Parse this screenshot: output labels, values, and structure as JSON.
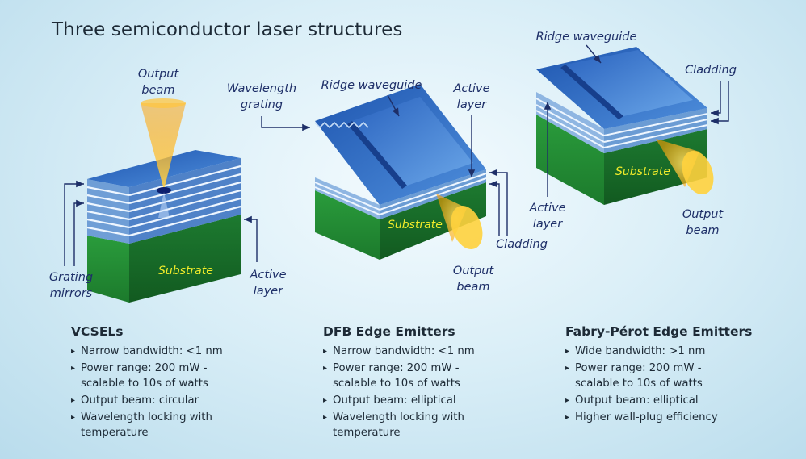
{
  "title": "Three semiconductor laser structures",
  "colors": {
    "label": "#1e2f68",
    "top_face": "#2f6fc6",
    "substrate": "#2e9a3e",
    "substrate_text": "#f2ec2a",
    "beam": "#ffb800",
    "heading": "#1d2a36"
  },
  "diagrams": {
    "vcsel": {
      "output_beam": [
        "Output",
        "beam"
      ],
      "grating_mirrors": [
        "Grating",
        "mirrors"
      ],
      "active_layer": [
        "Active",
        "layer"
      ],
      "substrate": "Substrate"
    },
    "dfb": {
      "wavelength_grating": [
        "Wavelength",
        "grating"
      ],
      "ridge_waveguide": "Ridge waveguide",
      "active_layer": [
        "Active",
        "layer"
      ],
      "substrate": "Substrate",
      "cladding": "Cladding",
      "output_beam": [
        "Output",
        "beam"
      ]
    },
    "fp": {
      "ridge_waveguide": "Ridge waveguide",
      "cladding": "Cladding",
      "substrate": "Substrate",
      "active_layer": [
        "Active",
        "layer"
      ],
      "output_beam": [
        "Output",
        "beam"
      ]
    }
  },
  "columns": [
    {
      "heading": "VCSELs",
      "bullets": [
        "Narrow bandwidth: <1 nm",
        "Power range: 200 mW - scalable to 10s of watts",
        "Output beam: circular",
        "Wavelength locking with temperature"
      ]
    },
    {
      "heading": "DFB Edge Emitters",
      "bullets": [
        "Narrow bandwidth: <1 nm",
        "Power range: 200 mW - scalable to 10s of watts",
        "Output beam: elliptical",
        "Wavelength locking with temperature"
      ]
    },
    {
      "heading": "Fabry-Pérot Edge Emitters",
      "bullets": [
        "Wide bandwidth: >1 nm",
        "Power range: 200 mW - scalable to 10s of watts",
        "Output beam: elliptical",
        "Higher wall-plug efficiency"
      ]
    }
  ]
}
